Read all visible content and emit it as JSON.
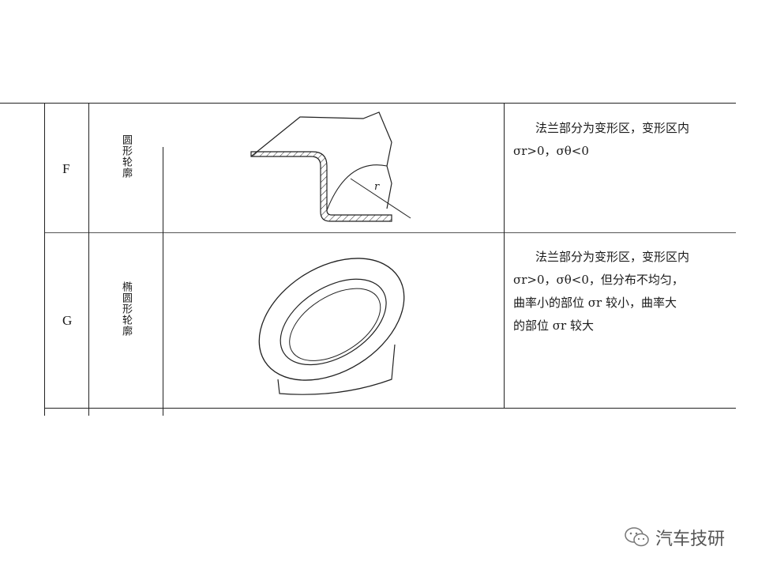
{
  "rows": [
    {
      "code": "F",
      "shape_name": "圆形轮廓",
      "desc_lines": [
        "法兰部分为变形区，变形区内",
        "σr>0，σθ<0"
      ],
      "figure_label": "r"
    },
    {
      "code": "G",
      "shape_name": "椭圆形轮廓",
      "desc_lines": [
        "法兰部分为变形区，变形区内",
        "σr>0，σθ<0，但分布不均匀，",
        "曲率小的部位 σr 较小，曲率大",
        "的部位 σr 较大"
      ]
    }
  ],
  "watermark": {
    "text": "汽车技研",
    "icon": "wechat-icon"
  }
}
